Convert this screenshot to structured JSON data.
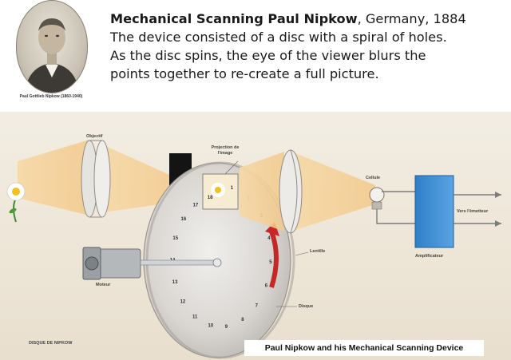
{
  "portrait": {
    "caption": "Paul Gottlieb Nipkow (1860-1940)"
  },
  "headline": {
    "title": "Mechanical Scanning Paul Nipkow",
    "title_suffix": ", Germany, 1884",
    "line2": "The device consisted of a disc with a spiral of holes.",
    "line3": "As the disc spins, the eye of the viewer blurs the",
    "line4": "points together to re-create a full picture."
  },
  "diagram": {
    "labels": {
      "objectif": "Objectif",
      "projection": "Projection de l'image",
      "cellule": "Cellule",
      "vers_emetteur": "Vers l'émetteur",
      "amplificateur": "Amplificateur",
      "lentille": "Lentille",
      "moteur": "Moteur",
      "disque": "Disque",
      "disque_nipkow": "DISQUE DE NIPKOW"
    },
    "hole_numbers": [
      "1",
      "2",
      "3",
      "4",
      "5",
      "6",
      "7",
      "8",
      "9",
      "10",
      "11",
      "12",
      "13",
      "14",
      "15",
      "16",
      "17",
      "18"
    ],
    "colors": {
      "box_blue": "#3f8fd6",
      "arrow_red": "#c62828",
      "flower_yellow": "#f2c21a"
    }
  },
  "caption": {
    "text": "Paul Nipkow and his Mechanical Scanning Device"
  }
}
